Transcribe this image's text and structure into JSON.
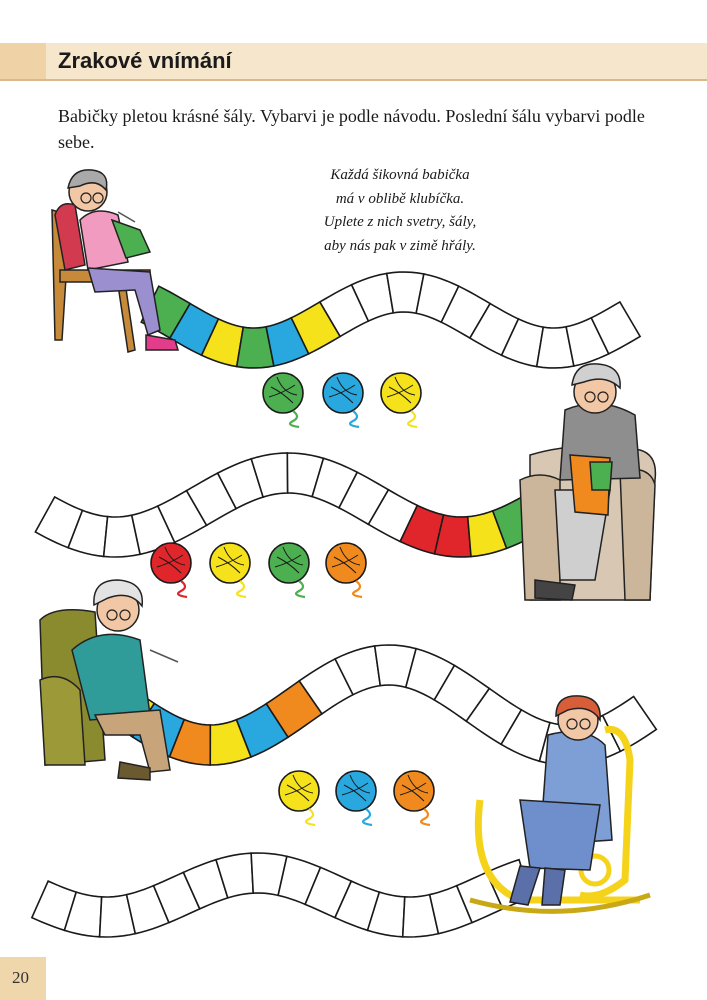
{
  "header": {
    "title": "Zrakové vnímání"
  },
  "instruction": "Babičky pletou krásné šály. Vybarvi je podle návodu. Poslední šálu vybarvi podle sebe.",
  "poem": [
    "Každá šikovná babička",
    "má v oblibě klubíčka.",
    "Uplete z nich svetry, šály,",
    "aby nás pak v zimě hřály."
  ],
  "colors": {
    "green": "#4caf50",
    "blue": "#29a8e0",
    "yellow": "#f5e21b",
    "red": "#e0262b",
    "orange": "#f08a1e",
    "header_band": "#f6e6cc"
  },
  "page_number": "20"
}
